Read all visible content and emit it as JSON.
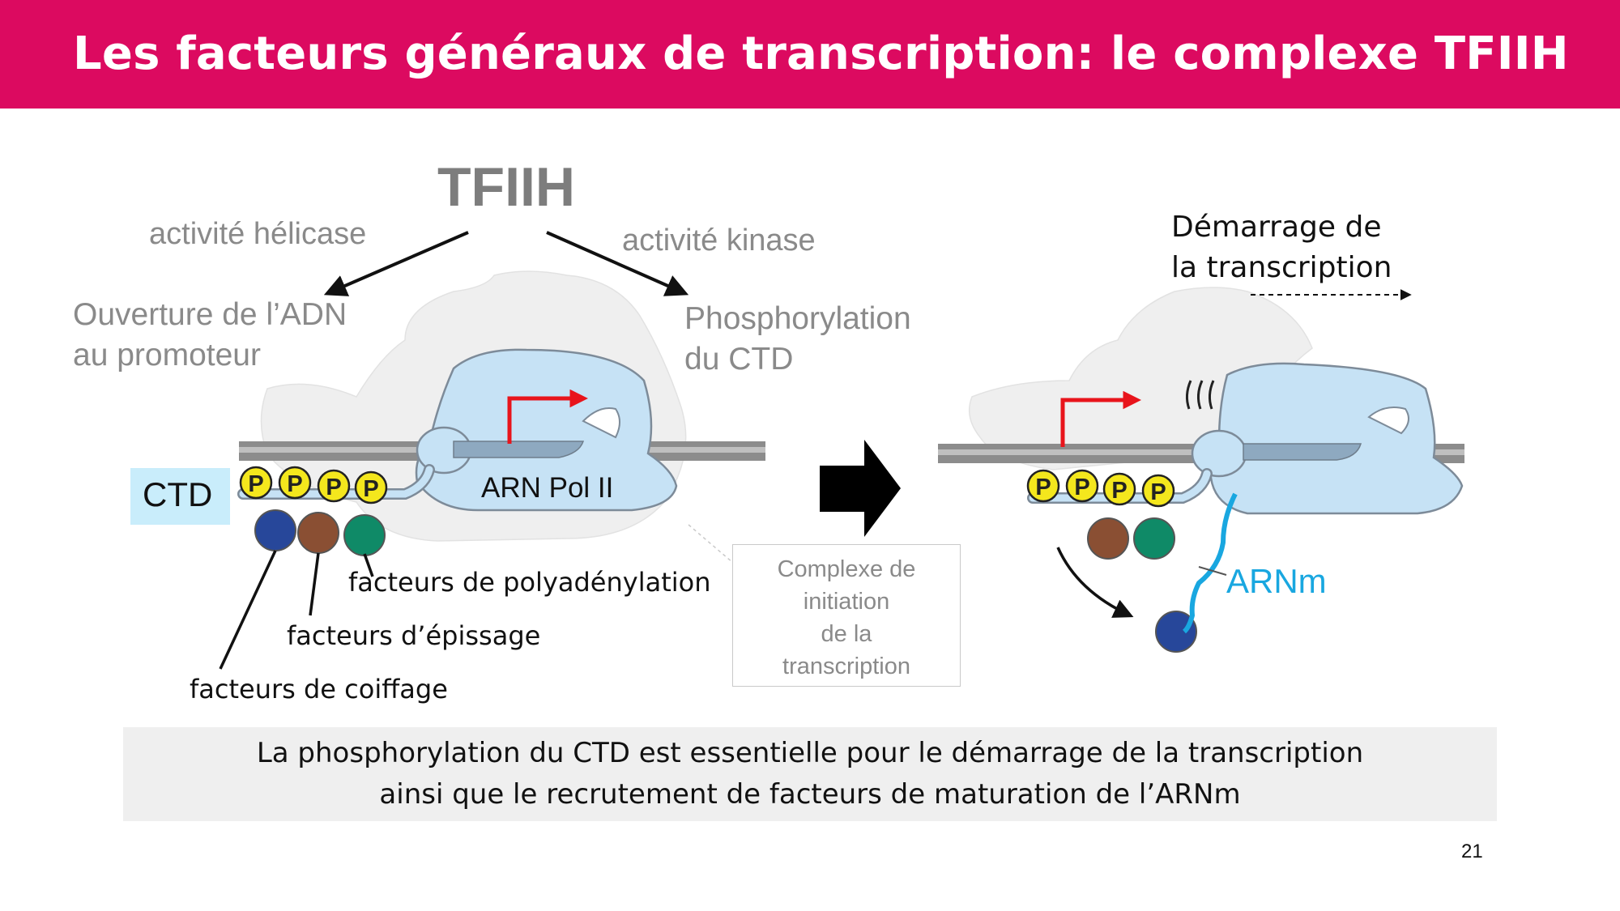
{
  "slide": {
    "title": "Les facteurs généraux de transcription: le complexe TFIIH",
    "page_number": "21"
  },
  "diagram": {
    "center_label": "TFIIH",
    "left_branch_label": "activité hélicase",
    "right_branch_label": "activité kinase",
    "left_result": [
      "Ouverture de l’ADN",
      "au promoteur"
    ],
    "right_result": [
      "Phosphorylation",
      "du CTD"
    ],
    "ctd_label": "CTD",
    "polymerase_label": "ARN Pol II",
    "phospho_symbol": "P",
    "factors": {
      "polyadenylation": "facteurs de polyadénylation",
      "splicing": "facteurs d’épissage",
      "capping": "facteurs de coiffage"
    },
    "initiation_box": [
      "Complexe de",
      "initiation",
      "de la",
      "transcription"
    ],
    "start_label": [
      "Démarrage de",
      "la transcription"
    ],
    "mrna_label": "ARNm"
  },
  "summary": [
    "La phosphorylation du CTD est essentielle pour le démarrage de la transcription",
    "ainsi que le recrutement de facteurs de maturation de l’ARNm"
  ],
  "colors": {
    "header": "#dc0a60",
    "polymerase": "#c6e2f5",
    "dna": "#8c8c8c",
    "phospho": "#f4e71d",
    "capping": "#27479a",
    "splicing": "#8a4f33",
    "polyadenylation": "#0f8a67",
    "mrna": "#19a7e0",
    "promoter_arrow": "#e8141b"
  }
}
